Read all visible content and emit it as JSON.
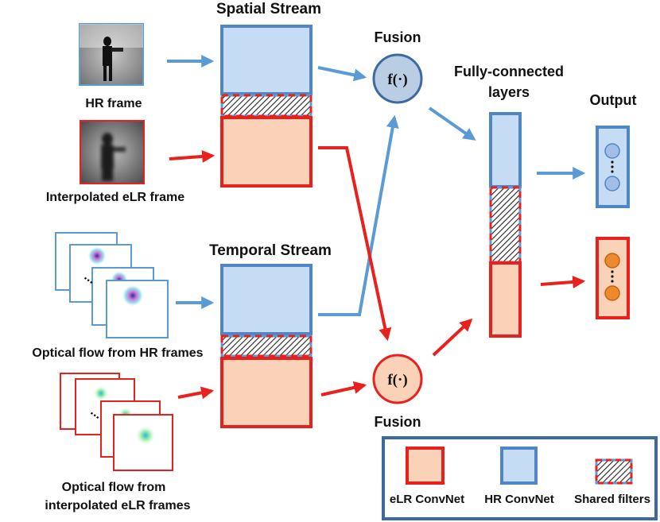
{
  "titles": {
    "spatial": "Spatial Stream",
    "temporal": "Temporal Stream",
    "fusion": "Fusion",
    "fc_line1": "Fully-connected",
    "fc_line2": "layers",
    "output": "Output"
  },
  "inputs": {
    "hr_frame": "HR frame",
    "elr_frame": "Interpolated eLR frame",
    "flow_hr": "Optical flow from HR frames",
    "flow_elr_line1": "Optical flow from",
    "flow_elr_line2": "interpolated eLR frames"
  },
  "fusion_symbol": "f(·)",
  "legend": {
    "elr": "eLR ConvNet",
    "hr": "HR ConvNet",
    "shared": "Shared filters"
  },
  "colors": {
    "hr_border": "#4f86c6",
    "hr_fill": "#c6dcf5",
    "elr_border": "#e8201e",
    "elr_fill": "#fad2b8",
    "fusion_fill": "#b9cde4",
    "fusion_border": "#3d6a9e"
  }
}
